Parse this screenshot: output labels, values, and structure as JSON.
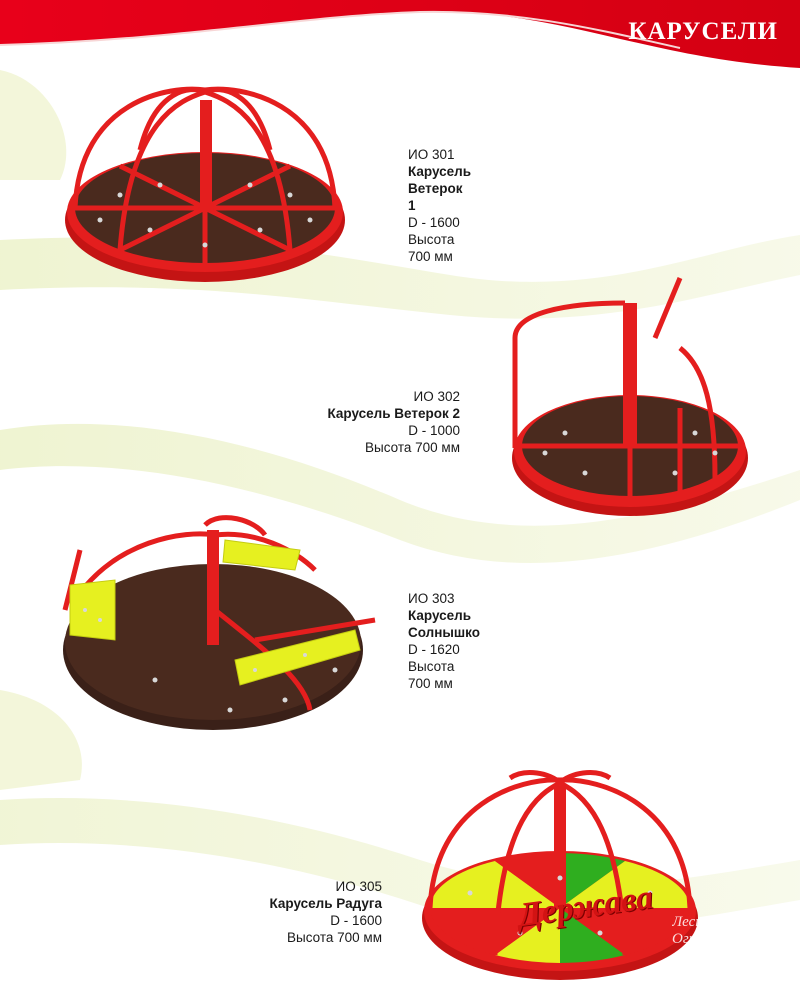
{
  "header": {
    "title": "КАРУСЕЛИ"
  },
  "colors": {
    "accent": "#e41e1e",
    "deck": "#4a2a1e",
    "seat": "#e6f020",
    "green": "#2fae1f"
  },
  "products": [
    {
      "code": "ИО 301",
      "name": "Карусель Ветерок 1",
      "diameter": "D - 1600",
      "height": "Высота 700 мм"
    },
    {
      "code": "ИО 302",
      "name": "Карусель Ветерок 2",
      "diameter": "D - 1000",
      "height": "Высота 700 мм"
    },
    {
      "code": "ИО 303",
      "name": "Карусель Солнышко",
      "diameter": "D - 1620",
      "height": "Высота 700 мм"
    },
    {
      "code": "ИО 305",
      "name": "Карусель Радуга",
      "diameter": "D - 1600",
      "height": "Высота 700 мм"
    }
  ],
  "brand": {
    "logo": "Держава",
    "tagline": "Лестницы и Ограждения"
  }
}
